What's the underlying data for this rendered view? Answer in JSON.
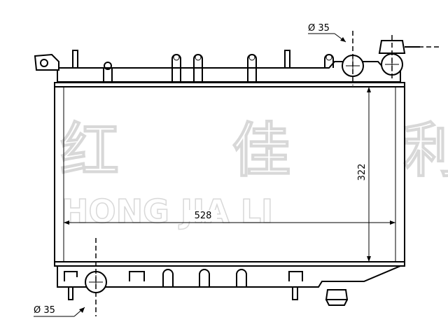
{
  "watermark": {
    "chinese": "红 佳 利",
    "latin": "HONG JIA LI"
  },
  "dimensions": {
    "width_label": "528",
    "height_label": "322",
    "top_pipe_label": "Ø 35",
    "bottom_pipe_label": "Ø 35"
  }
}
